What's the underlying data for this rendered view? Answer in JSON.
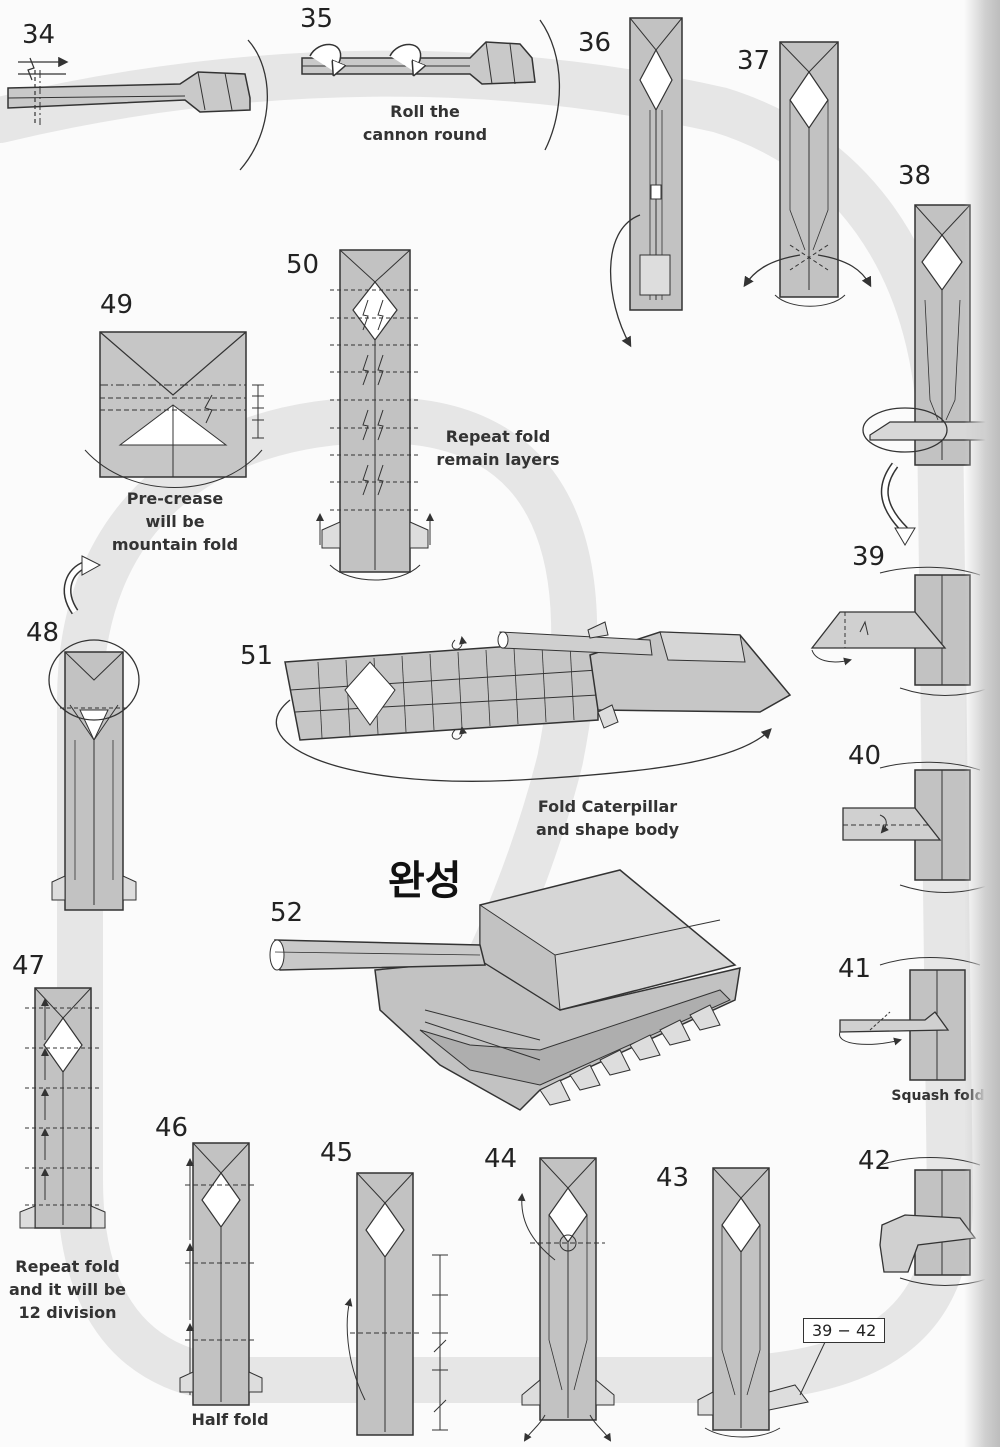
{
  "steps": [
    {
      "id": "34",
      "label": "34"
    },
    {
      "id": "35",
      "label": "35",
      "caption": "Roll the\ncannon round"
    },
    {
      "id": "36",
      "label": "36"
    },
    {
      "id": "37",
      "label": "37"
    },
    {
      "id": "38",
      "label": "38"
    },
    {
      "id": "39",
      "label": "39"
    },
    {
      "id": "40",
      "label": "40"
    },
    {
      "id": "41",
      "label": "41",
      "caption": "Squash fold"
    },
    {
      "id": "42",
      "label": "42"
    },
    {
      "id": "43",
      "label": "43",
      "reference": "39 − 42"
    },
    {
      "id": "44",
      "label": "44"
    },
    {
      "id": "45",
      "label": "45"
    },
    {
      "id": "46",
      "label": "46",
      "caption": "Half fold"
    },
    {
      "id": "47",
      "label": "47",
      "caption": "Repeat fold\nand it will be\n12 division"
    },
    {
      "id": "48",
      "label": "48"
    },
    {
      "id": "49",
      "label": "49",
      "caption": "Pre-crease\nwill be\nmountain fold"
    },
    {
      "id": "50",
      "label": "50",
      "caption": "Repeat fold\nremain layers"
    },
    {
      "id": "51",
      "label": "51",
      "caption": "Fold Caterpillar\nand shape body"
    },
    {
      "id": "52",
      "label": "52"
    }
  ],
  "complete_title": "완성",
  "colors": {
    "paper": "#c9c9c9",
    "paper_dark": "#a9a9a9",
    "paper_light": "#ffffff",
    "line": "#333333",
    "swoosh": "#e4e4e4",
    "background": "#fbfbfb"
  }
}
